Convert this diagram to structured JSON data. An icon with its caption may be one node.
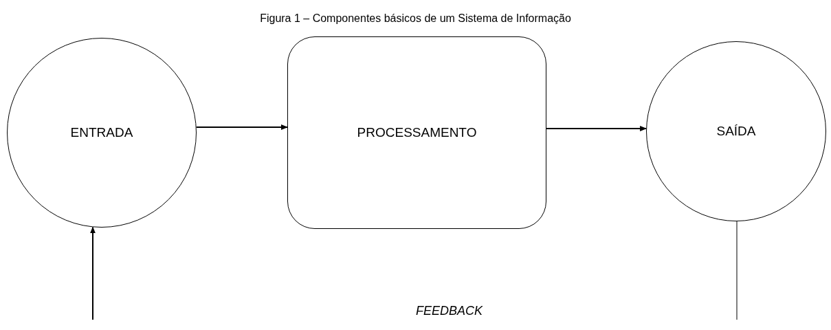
{
  "diagram": {
    "title": "Figura 1 – Componentes básicos de um Sistema de Informação",
    "nodes": [
      {
        "text": [
          "ENTRADA"
        ]
      },
      {
        "text": [
          "PROCESSAMENTO"
        ]
      },
      {
        "text": [
          "SAÍDA"
        ]
      }
    ],
    "edges": [
      {
        "from": 0,
        "to": 1,
        "arrow": "to"
      },
      {
        "from": 1,
        "to": 2,
        "arrow": "to"
      },
      {
        "from": 2,
        "to": null,
        "arrow": "none"
      },
      {
        "from": null,
        "to": 0,
        "arrow": "to"
      }
    ],
    "labels": [
      "FEEDBACK"
    ]
  }
}
